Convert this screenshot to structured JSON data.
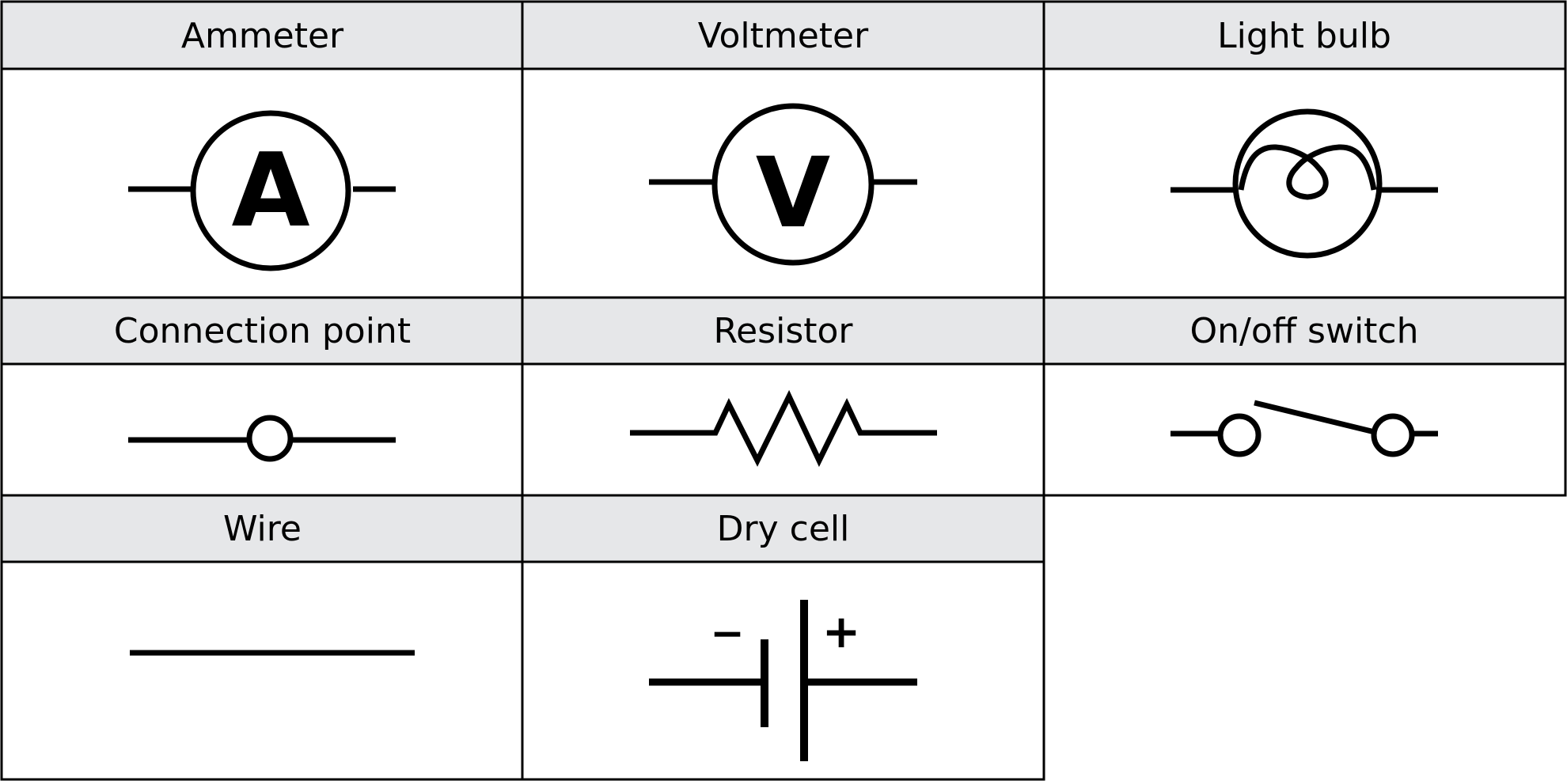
{
  "symbols": [
    {
      "label": "Ammeter",
      "glyph": "A"
    },
    {
      "label": "Voltmeter",
      "glyph": "V"
    },
    {
      "label": "Light bulb"
    },
    {
      "label": "Connection point"
    },
    {
      "label": "Resistor"
    },
    {
      "label": "On/off switch"
    },
    {
      "label": "Wire"
    },
    {
      "label": "Dry cell",
      "negative": "−",
      "positive": "+"
    }
  ],
  "colors": {
    "header_bg": "#e6e7e9",
    "line": "#000000",
    "background": "#ffffff"
  }
}
